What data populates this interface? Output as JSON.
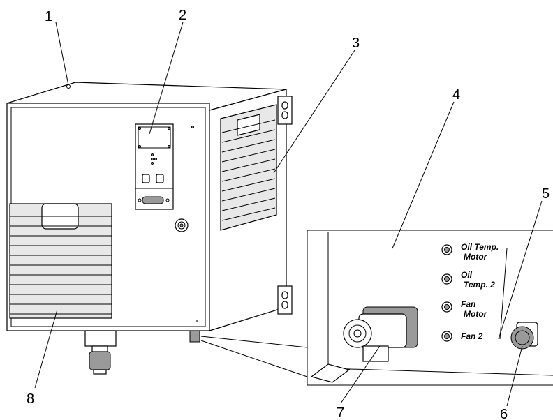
{
  "callouts": {
    "c1": "1",
    "c2": "2",
    "c3": "3",
    "c4": "4",
    "c5": "5",
    "c6": "6",
    "c7": "7",
    "c8": "8"
  },
  "connector_labels": {
    "oil_temp_motor_1": "Oil Temp.",
    "oil_temp_motor_2": "Motor",
    "oil_temp2_1": "Oil",
    "oil_temp2_2": "Temp. 2",
    "fan_motor_1": "Fan",
    "fan_motor_2": "Motor",
    "fan2": "Fan 2"
  }
}
